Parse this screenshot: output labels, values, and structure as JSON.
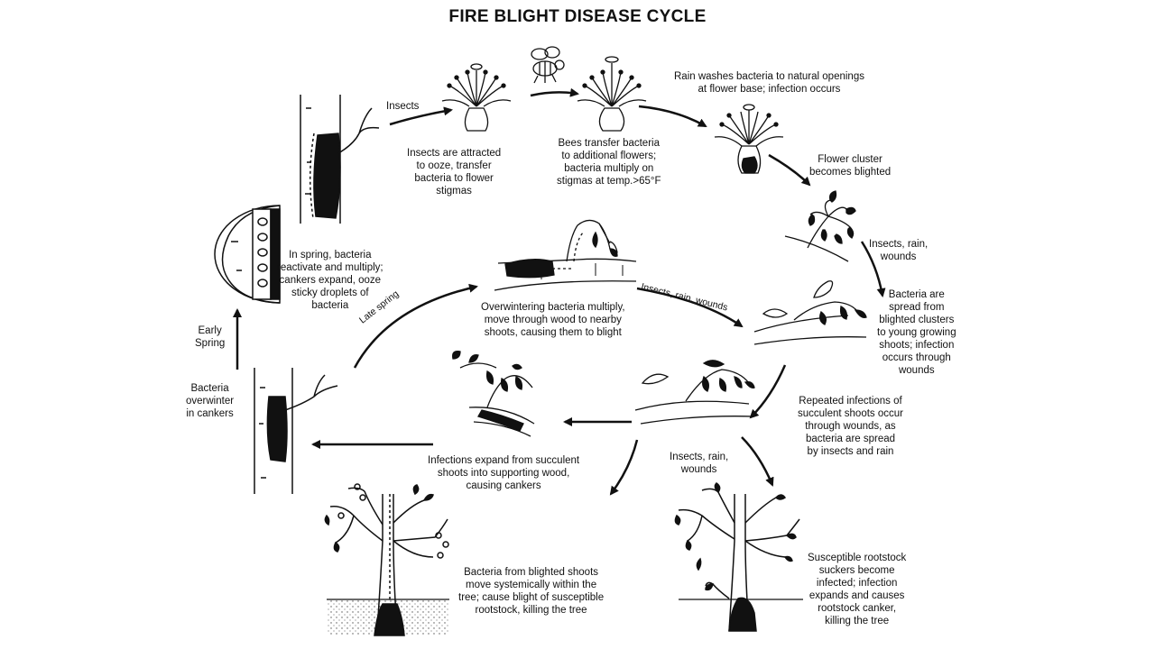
{
  "title": "FIRE BLIGHT DISEASE CYCLE",
  "labels": {
    "insects": "Insects",
    "insects_attracted": "Insects are attracted\nto ooze, transfer\nbacteria to flower\nstigmas",
    "bees_transfer": "Bees transfer bacteria\nto additional flowers;\nbacteria multiply on\nstigmas at temp.>65°F",
    "rain_washes": "Rain washes bacteria to natural openings\nat flower base; infection occurs",
    "flower_cluster": "Flower cluster\nbecomes blighted",
    "insects_rain_wounds_right": "Insects, rain,\nwounds",
    "spread_young_shoots": "Bacteria are\nspread from\nblighted clusters\nto young growing\nshoots; infection\noccurs through\nwounds",
    "repeated_infections": "Repeated infections of\nsucculent shoots occur\nthrough wounds, as\nbacteria are spread\nby insects and rain",
    "insects_rain_wounds_bottom": "Insects, rain,\nwounds",
    "rootstock_suckers": "Susceptible rootstock\nsuckers become\ninfected; infection\nexpands and causes\nrootstock canker,\nkilling the tree",
    "systemic": "Bacteria from blighted shoots\nmove systemically within the\ntree; cause blight of susceptible\nrootstock, killing the tree",
    "infections_expand": "Infections expand from succulent\nshoots into supporting wood,\ncausing cankers",
    "overwinter": "Bacteria\noverwinter\nin cankers",
    "early_spring": "Early\nSpring",
    "in_spring": "In spring, bacteria\nreactivate and multiply;\ncankers expand, ooze\nsticky droplets of\nbacteria",
    "overwintering_multiply": "Overwintering bacteria multiply,\nmove through wood to nearby\nshoots, causing them to blight",
    "late_spring": "Late spring",
    "insects_rain_wounds_arc": "Insects, rain, wounds"
  }
}
